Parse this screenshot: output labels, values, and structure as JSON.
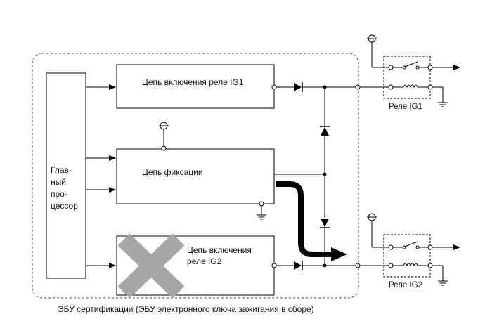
{
  "blocks": {
    "ig1_circuit": "Цепь включения реле IG1",
    "latch_circuit": "Цепь фиксации",
    "ig2_circuit_line1": "Цепь включения",
    "ig2_circuit_line2": "реле IG2",
    "cpu_line1": "Глав-",
    "cpu_line2": "ный",
    "cpu_line3": "про-",
    "cpu_line4": "цессор"
  },
  "relays": {
    "ig1": "Реле IG1",
    "ig2": "Реле IG2"
  },
  "caption": "ЭБУ сертификации (ЭБУ электронного ключа зажигания в сборе)"
}
